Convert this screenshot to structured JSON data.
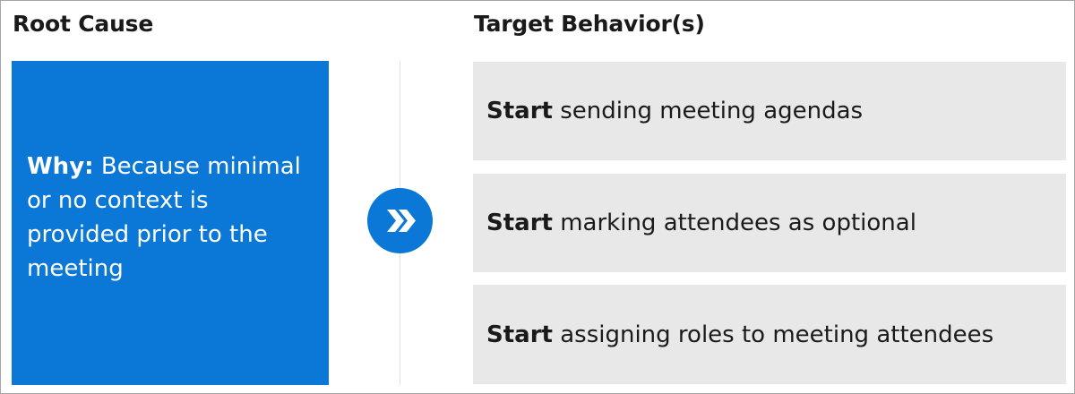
{
  "headings": {
    "root_cause": "Root Cause",
    "target_behaviors": "Target Behavior(s)"
  },
  "root_cause": {
    "label": "Why:",
    "text": "Because minimal or no context is provided prior to the meeting"
  },
  "connector": {
    "icon": "double-chevron-right-icon"
  },
  "behaviors": [
    {
      "verb": "Start",
      "text": "sending meeting agendas"
    },
    {
      "verb": "Start",
      "text": "marking attendees as optional"
    },
    {
      "verb": "Start",
      "text": "assigning roles to meeting attendees"
    }
  ],
  "colors": {
    "accent_blue": "#0b78d7",
    "box_gray": "#e8e8e8",
    "text_dark": "#1a1a1a"
  }
}
